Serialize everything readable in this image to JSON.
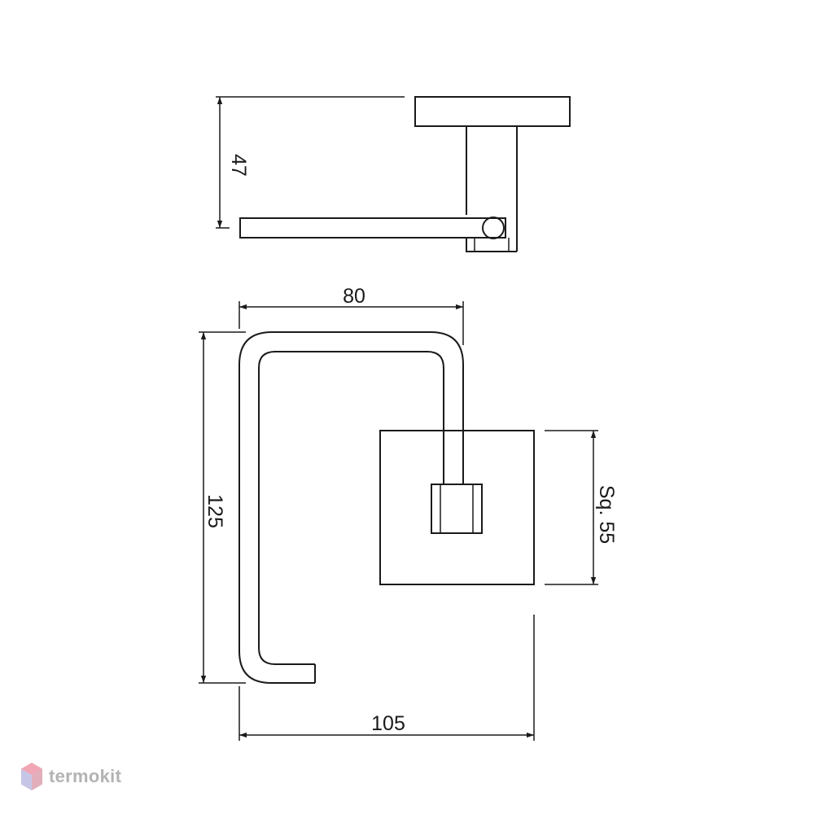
{
  "dimensions": {
    "depth": "47",
    "arm_width": "80",
    "height": "125",
    "plate_size": "Sq. 55",
    "total_width": "105"
  },
  "logo": {
    "text": "termokit"
  }
}
